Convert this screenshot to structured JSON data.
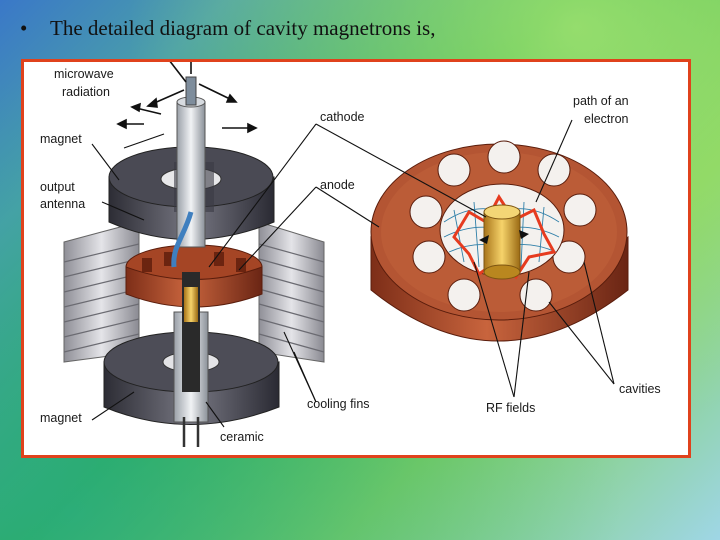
{
  "slide": {
    "bullet": "•",
    "text": "The detailed diagram of cavity magnetrons is,"
  },
  "diagram": {
    "labels": {
      "microwave_line1": "microwave",
      "microwave_line2": "radiation",
      "magnet_top": "magnet",
      "output_line1": "output",
      "output_line2": "antenna",
      "cathode": "cathode",
      "anode": "anode",
      "path_line1": "path of an",
      "path_line2": "electron",
      "magnet_bottom": "magnet",
      "cooling_fins": "cooling fins",
      "ceramic": "ceramic",
      "rf_fields": "RF fields",
      "cavities": "cavities"
    },
    "colors": {
      "frame_border": "#e0421c",
      "copper": "#b8532f",
      "magnet_gray": "#55555f",
      "fins_gray": "#b9b9bf",
      "cathode_gold": "#e3b42c"
    }
  }
}
